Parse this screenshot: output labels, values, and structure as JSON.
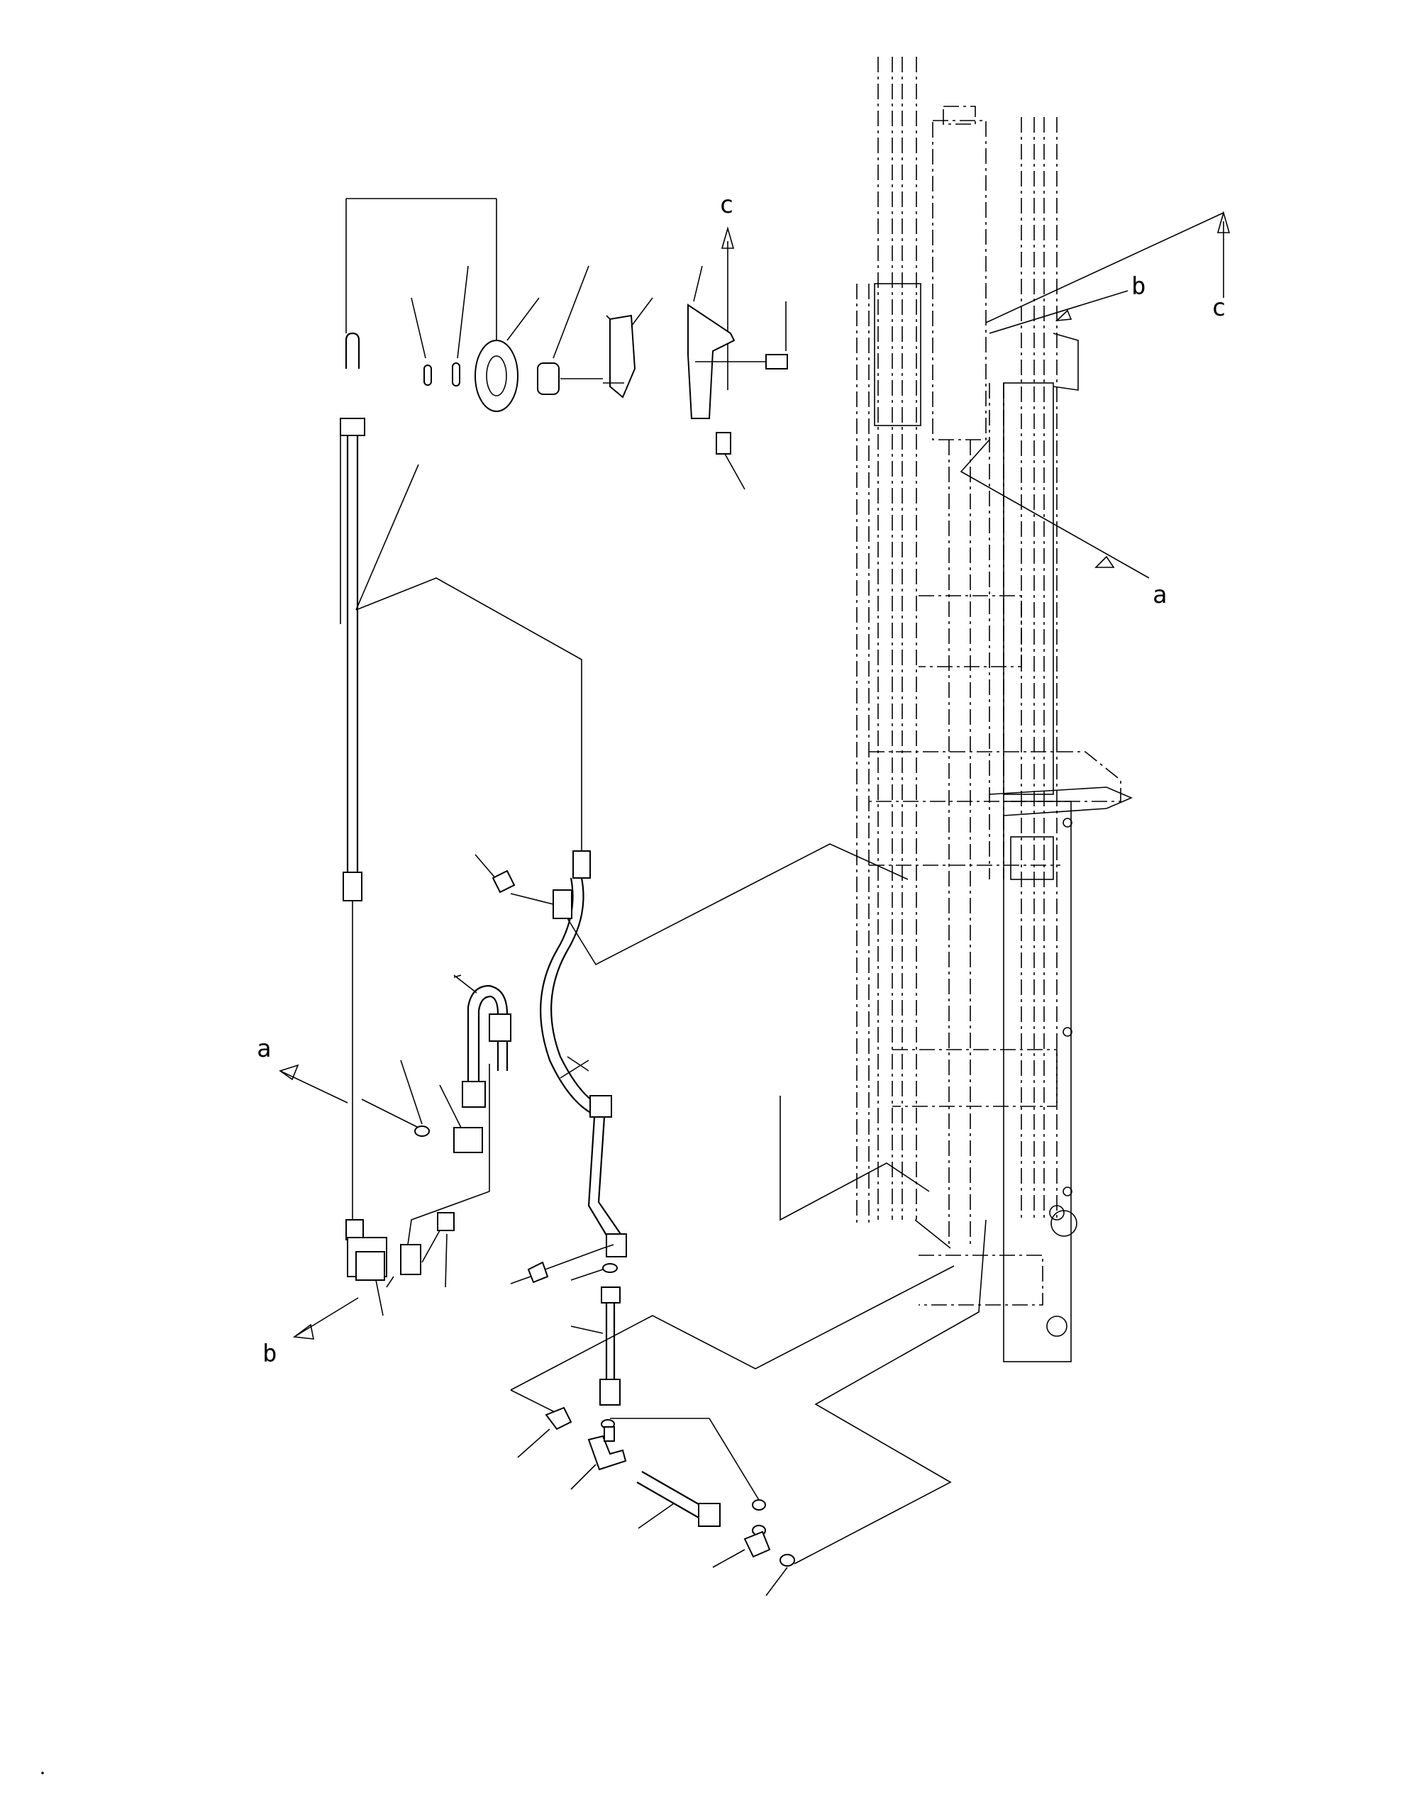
{
  "diagram": {
    "reference_labels": {
      "a_left": "a",
      "a_right": "a",
      "b_left": "b",
      "b_right": "b",
      "c_top": "c",
      "c_right": "c"
    }
  }
}
